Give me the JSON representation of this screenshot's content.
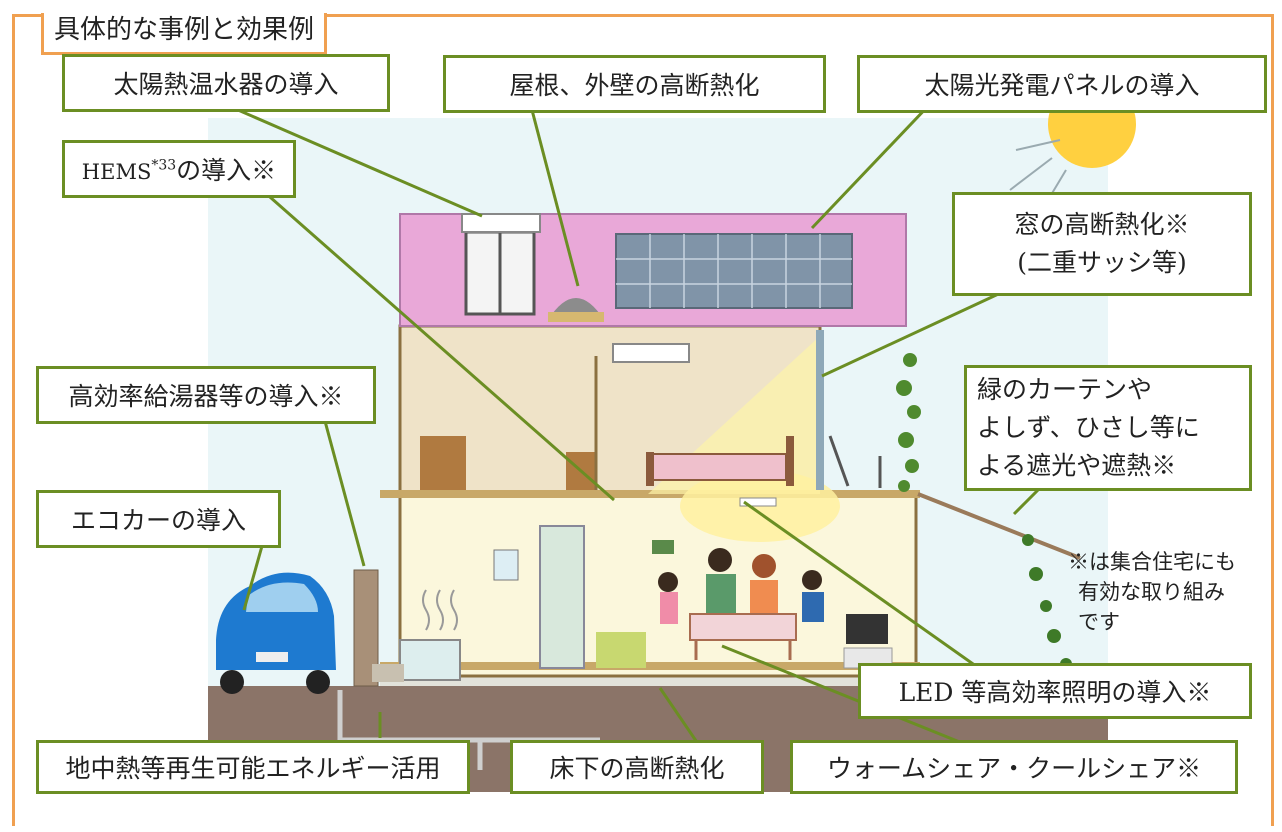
{
  "title": "具体的な事例と効果例",
  "callouts": {
    "solar_water_heater": "太陽熱温水器の導入",
    "roof_wall_insulation": "屋根、外壁の高断熱化",
    "solar_panel": "太陽光発電パネルの導入",
    "hems": "HEMS",
    "hems_sup": "*33",
    "hems_rest": "の導入※",
    "window_insulation": [
      "窓の高断熱化※",
      "(二重サッシ等)"
    ],
    "efficient_water_heater": "高効率給湯器等の導入※",
    "green_curtain": [
      "緑のカーテンや",
      "よしず、ひさし等に",
      "よる遮光や遮熱※"
    ],
    "eco_car": "エコカーの導入",
    "led": "LED 等高効率照明の導入※",
    "geothermal": "地中熱等再生可能エネルギー活用",
    "underfloor_insulation": "床下の高断熱化",
    "warm_cool_share": "ウォームシェア・クールシェア※"
  },
  "note": [
    "※は集合住宅にも",
    "有効な取り組み",
    "です"
  ],
  "colors": {
    "frame": "#F0A050",
    "callout_border": "#6B8E23",
    "pointer": "#6B8E23",
    "roof": "#E9A8D8",
    "ground": "#8B7468",
    "sky": "#EAF6F8"
  }
}
